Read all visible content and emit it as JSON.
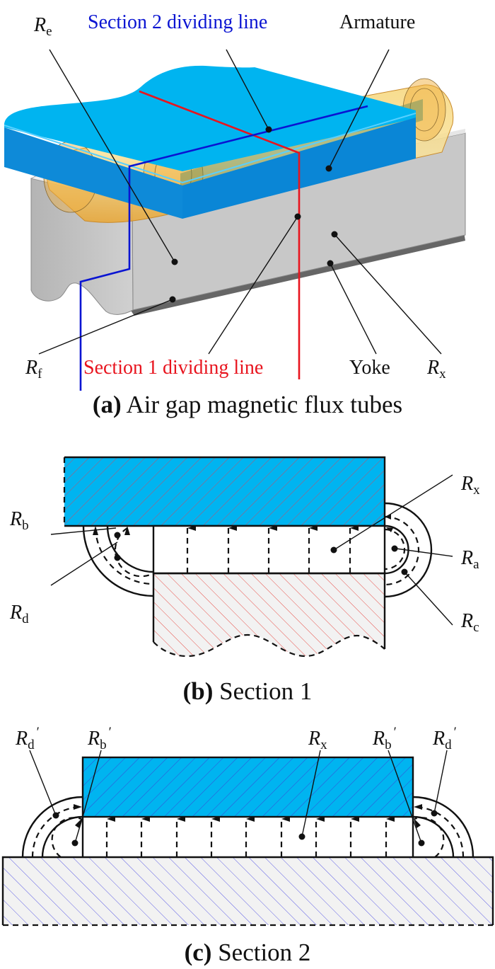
{
  "figure": {
    "panel_a": {
      "caption_tag": "(a)",
      "caption_text": " Air gap magnetic flux tubes",
      "labels": {
        "re": {
          "main": "R",
          "sub": "e"
        },
        "section2": "Section 2 dividing line",
        "armature": "Armature",
        "rf": {
          "main": "R",
          "sub": "f"
        },
        "section1": "Section 1 dividing line",
        "yoke": "Yoke",
        "rx": {
          "main": "R",
          "sub": "x"
        }
      }
    },
    "panel_b": {
      "caption_tag": "(b)",
      "caption_text": " Section 1",
      "labels": {
        "rx": {
          "main": "R",
          "sub": "x"
        },
        "rb": {
          "main": "R",
          "sub": "b"
        },
        "ra": {
          "main": "R",
          "sub": "a"
        },
        "rd": {
          "main": "R",
          "sub": "d"
        },
        "rc": {
          "main": "R",
          "sub": "c"
        }
      }
    },
    "panel_c": {
      "caption_tag": "(c)",
      "caption_text": " Section 2",
      "labels": {
        "rd_left": {
          "main": "R",
          "sub": "d",
          "prime": "′"
        },
        "rb_left": {
          "main": "R",
          "sub": "b",
          "prime": "′"
        },
        "rx": {
          "main": "R",
          "sub": "x"
        },
        "rb_right": {
          "main": "R",
          "sub": "b",
          "prime": "′"
        },
        "rd_right": {
          "main": "R",
          "sub": "d",
          "prime": "′"
        }
      }
    },
    "colors": {
      "armature": "#00b4f0",
      "armature_dark": "#0a86d6",
      "yoke": "#c8c8c8",
      "flux_tube": "#f5b940",
      "section1_line": "#e8141e",
      "section2_line": "#0a14d2",
      "hatch_b": "#e8504a",
      "hatch_c": "#5050e6"
    }
  }
}
